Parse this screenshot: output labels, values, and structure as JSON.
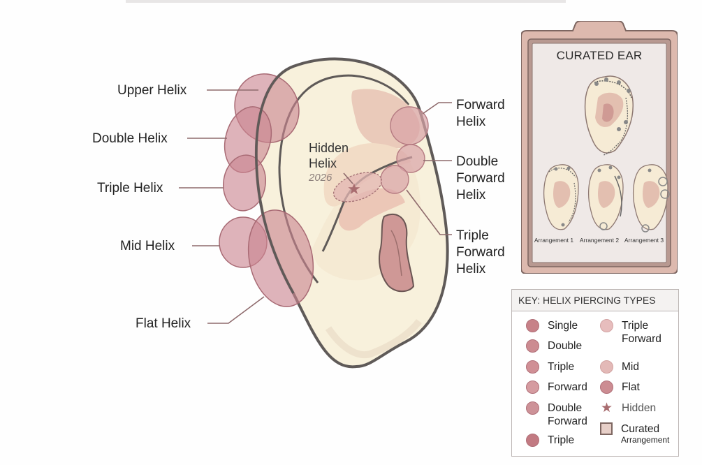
{
  "diagram": {
    "labels_left": {
      "upper_helix": "Upper Helix",
      "double_helix": "Double Helix",
      "triple_helix": "Triple Helix",
      "mid_helix": "Mid Helix",
      "flat_helix": "Flat Helix"
    },
    "labels_right": {
      "forward_helix_1": "Forward",
      "forward_helix_2": "Helix",
      "double_forward_1": "Double",
      "double_forward_2": "Forward",
      "double_forward_3": "Helix",
      "triple_forward_1": "Triple",
      "triple_forward_2": "Forward",
      "triple_forward_3": "Helix"
    },
    "hidden": {
      "line1": "Hidden",
      "line2": "Helix",
      "year": "2026"
    }
  },
  "curated": {
    "title": "CURATED EAR",
    "arrangements": [
      "Arrangement 1",
      "Arrangement 2",
      "Arrangement 3"
    ]
  },
  "key": {
    "title": "KEY: HELIX PIERCING TYPES",
    "left": [
      {
        "label": "Single",
        "color": "#c78188"
      },
      {
        "label": "Double",
        "color": "#cc8b91"
      },
      {
        "label": "Triple",
        "color": "#d08f95"
      },
      {
        "label": "Forward",
        "color": "#d59ba0"
      },
      {
        "label": "Double",
        "label2": "Forward",
        "color": "#cd9298"
      },
      {
        "label": "Triple",
        "color": "#c27a82"
      }
    ],
    "right": [
      {
        "label": "Triple",
        "label2": "Forward",
        "color": "#e7bdbd"
      },
      {
        "label": "Mid",
        "color": "#e3b9b7"
      },
      {
        "label": "Flat",
        "color": "#cc8c92"
      },
      {
        "label": "Hidden"
      },
      {
        "label": "Curated",
        "label2": "Arrangement"
      }
    ]
  }
}
